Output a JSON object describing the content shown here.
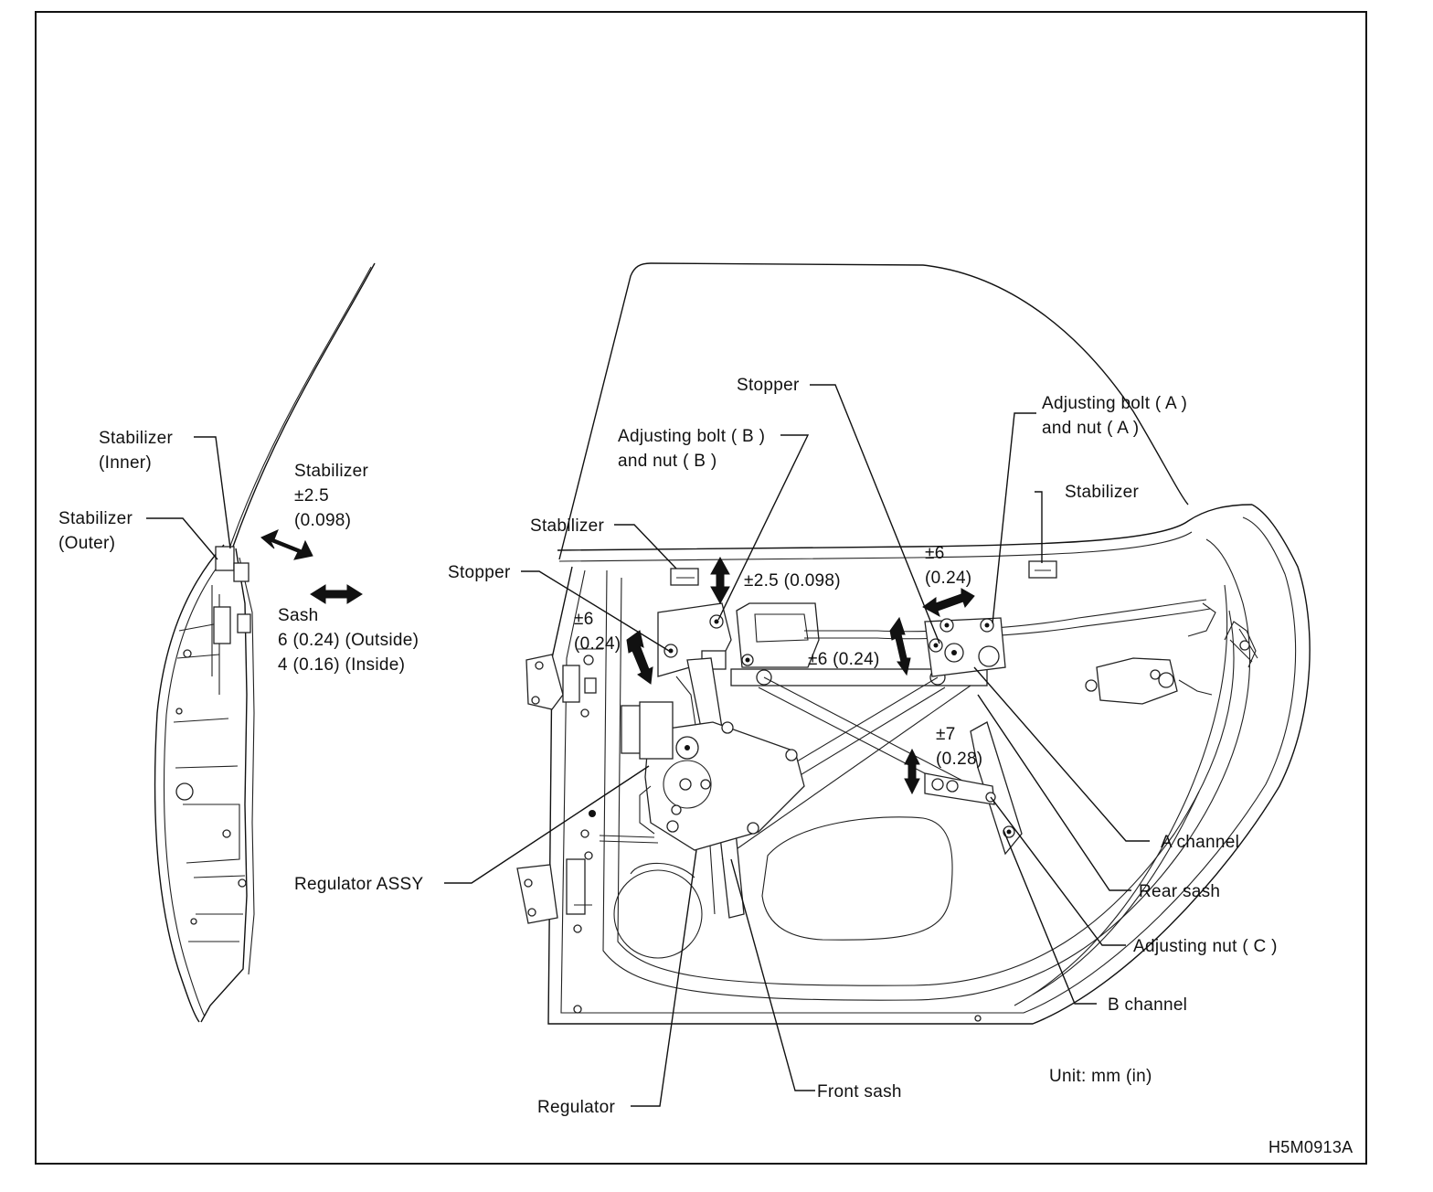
{
  "figure_code": "H5M0913A",
  "unit_note": "Unit: mm (in)",
  "labels": {
    "stabilizer_inner_1": "Stabilizer",
    "stabilizer_inner_2": "(Inner)",
    "stabilizer_outer_1": "Stabilizer",
    "stabilizer_outer_2": "(Outer)",
    "stabilizer_tol_1": "Stabilizer",
    "stabilizer_tol_2": "±2.5",
    "stabilizer_tol_3": "(0.098)",
    "sash_1": "Sash",
    "sash_2": "6 (0.24) (Outside)",
    "sash_3": "4 (0.16) (Inside)",
    "stopper_top": "Stopper",
    "adj_b_1": "Adjusting bolt ( B )",
    "adj_b_2": "and nut ( B )",
    "adj_a_1": "Adjusting bolt ( A )",
    "adj_a_2": "and nut ( A )",
    "stabilizer_right": "Stabilizer",
    "stabilizer_mid": "Stabilizer",
    "stopper_left": "Stopper",
    "tol_25": "±2.5 (0.098)",
    "tol_6_left_1": "±6",
    "tol_6_left_2": "(0.24)",
    "tol_6_mid": "±6 (0.24)",
    "tol_6_top_1": "±6",
    "tol_6_top_2": "(0.24)",
    "tol_7_1": "±7",
    "tol_7_2": "(0.28)",
    "regulator_assy": "Regulator ASSY",
    "regulator": "Regulator",
    "front_sash": "Front sash",
    "a_channel": "A channel",
    "rear_sash": "Rear sash",
    "adj_c": "Adjusting nut ( C )",
    "b_channel": "B channel"
  }
}
